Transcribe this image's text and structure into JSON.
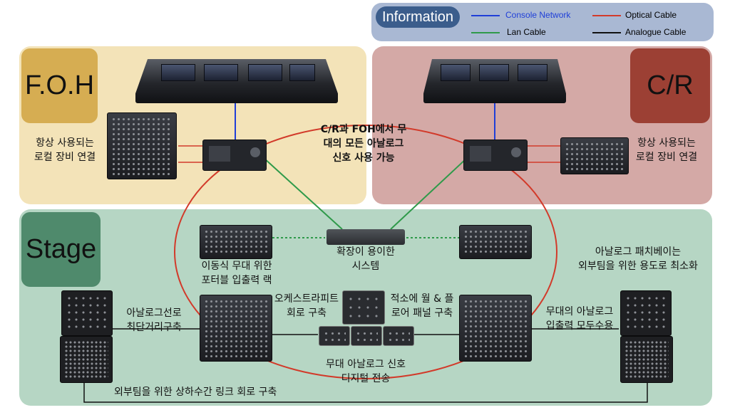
{
  "legend": {
    "title": "Information",
    "items": [
      {
        "label": "Console Network",
        "color": "#1f3fd8"
      },
      {
        "label": "Optical Cable",
        "color": "#d23a2a"
      },
      {
        "label": "Lan Cable",
        "color": "#2f9a4a"
      },
      {
        "label": "Analogue Cable",
        "color": "#111111"
      }
    ]
  },
  "zones": {
    "foh": {
      "title": "F.O.H",
      "bg": "#f3e3b8",
      "title_bg": "#d6ad52"
    },
    "cr": {
      "title": "C/R",
      "bg": "#d4a9a6",
      "title_bg": "#9c4034"
    },
    "stage": {
      "title": "Stage",
      "bg": "#b6d6c4",
      "title_bg": "#4f8a6c"
    }
  },
  "labels": {
    "foh_local": [
      "항상 사용되는",
      "로컬 장비 연결"
    ],
    "cr_local": [
      "항상 사용되는",
      "로컬 장비 연결"
    ],
    "center_top": [
      "C/R과 FOH에서 무",
      "대의 모든 아날로그",
      "신호 사용 가능"
    ],
    "expand": [
      "확장이 용이한",
      "시스템"
    ],
    "portable": [
      "이동식 무대 위한",
      "포터블 입출력 랙"
    ],
    "analog_patch": [
      "아날로그 패치베이는",
      "외부팀을 위한 용도로 최소화"
    ],
    "analog_short": [
      "아날로그선로",
      "최단거리구축"
    ],
    "orchestra": [
      "오케스트라피트",
      "회로 구축"
    ],
    "wall_floor": [
      "적소에 월 & 플",
      "로어 패널 구축"
    ],
    "stage_io": [
      "무대의 아날로그",
      "입출력 모두수용"
    ],
    "digital": [
      "무대 아날로그 신호",
      "디지털 전송"
    ],
    "bottom": "외부팀을 위한 상하수간 링크 회로 구축"
  }
}
